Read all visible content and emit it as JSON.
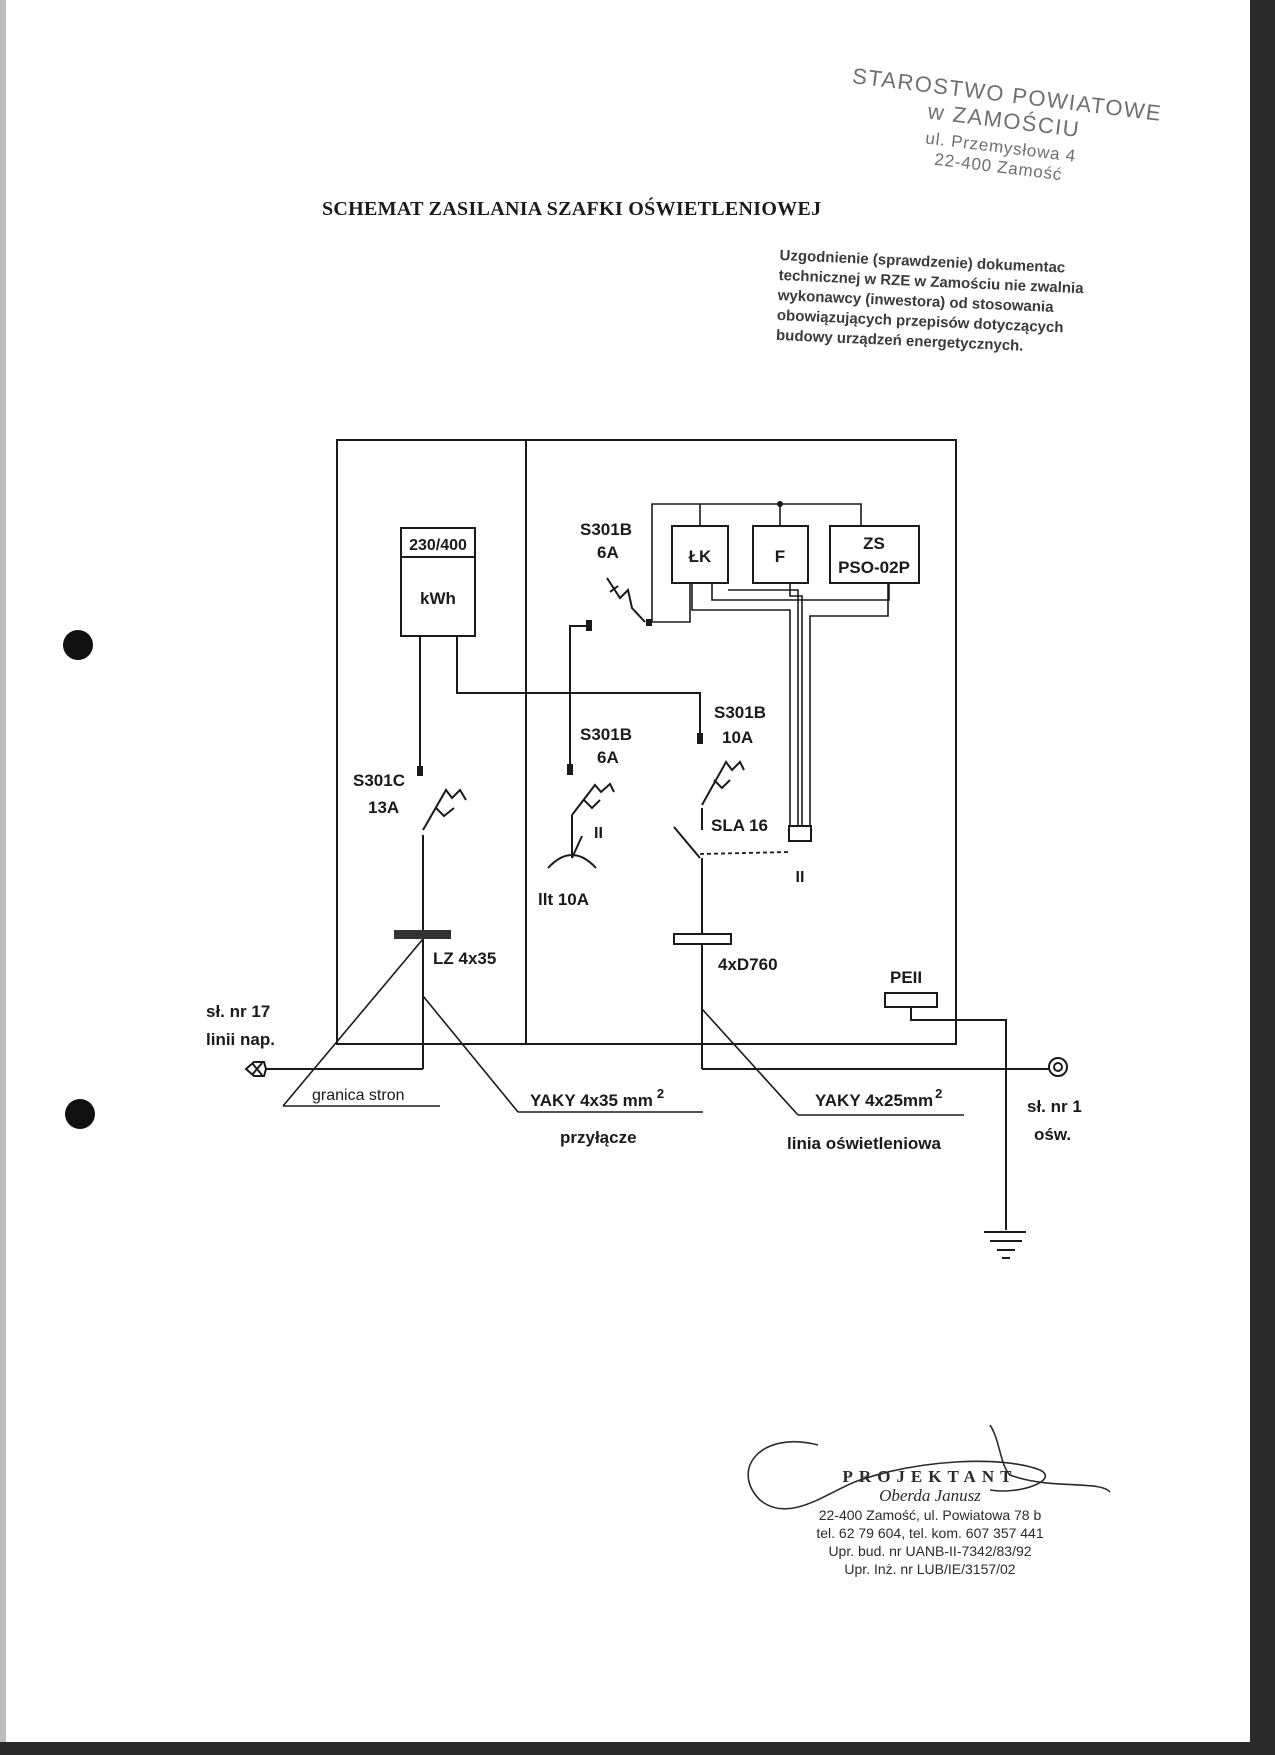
{
  "title": "SCHEMAT ZASILANIA SZAFKI OŚWIETLENIOWEJ",
  "stamp": {
    "line1": "STAROSTWO POWIATOWE",
    "line2": "w ZAMOŚCIU",
    "line3": "ul. Przemysłowa 4",
    "line4": "22-400 Zamość"
  },
  "approval_note": [
    "Uzgodnienie (sprawdzenie) dokumentac",
    "technicznej w RZE w Zamościu nie zwalnia",
    "wykonawcy (inwestora) od stosowania",
    "obowiązujących przepisów dotyczących",
    "budowy urządzeń energetycznych."
  ],
  "diagram": {
    "meter_top": "230/400",
    "meter_bottom": "kWh",
    "breaker_main": [
      "S301C",
      "13A"
    ],
    "breaker_ctrl": [
      "S301B",
      "6A"
    ],
    "breaker_socket": [
      "S301B",
      "6A"
    ],
    "breaker_light": [
      "S301B",
      "10A"
    ],
    "box_lk": "ŁK",
    "box_f": "F",
    "box_zs": [
      "ZS",
      "PSO-02P"
    ],
    "contactor": "SLA 16",
    "contactor_mark": "II",
    "socket_mark": "II",
    "socket_label": "llt 10A",
    "fuse_main": "LZ 4x35",
    "fuse_light": "4xD760",
    "pen": "PEII",
    "left_pole": [
      "sł. nr 17",
      "linii nap."
    ],
    "right_pole": [
      "sł. nr 1",
      "ośw."
    ],
    "boundary": "granica stron",
    "cable_supply": "YAKY 4x35 mm",
    "cable_supply_sup": "2",
    "cable_supply_desc": "przyłącze",
    "cable_light": "YAKY 4x25mm",
    "cable_light_sup": "2",
    "cable_light_desc": "linia oświetleniowa"
  },
  "projektant": {
    "header": "PROJEKTANT",
    "name": "Oberda Janusz",
    "address": "22-400 Zamość, ul. Powiatowa 78 b",
    "phone": "tel. 62 79 604, tel. kom. 607 357 441",
    "license1": "Upr. bud. nr UANB-II-7342/83/92",
    "license2": "Upr. Inż. nr LUB/IE/3157/02"
  }
}
